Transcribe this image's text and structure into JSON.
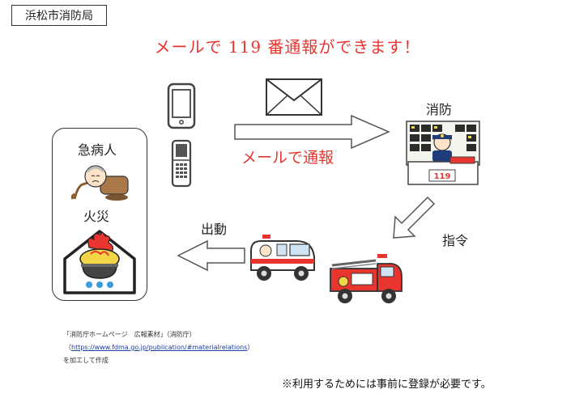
{
  "org_name": "浜松市消防局",
  "headline": "メールで 119 番通報ができます！",
  "mail_label": "メールで通報",
  "fire_dept_label": "消防",
  "dispatch_order_label": "指令",
  "dispatch_label": "出動",
  "patient_label": "急病人",
  "fire_label": "火災",
  "console_number": "119",
  "credit": {
    "line1": "「消防庁ホームページ　広報素材」（消防庁）",
    "link_open": "（",
    "link": "https://www.fdma.go.jp/publication/#materialrelations",
    "link_close": "）",
    "line3": "を加工して作成"
  },
  "note": "※利用するためには事前に登録が必要です。",
  "colors": {
    "accent_red": "#e8352f",
    "link_blue": "#1a3c9c"
  },
  "icons": [
    "smartphone-icon",
    "flip-phone-icon",
    "envelope-icon",
    "arrow-right-icon",
    "arrow-down-left-icon",
    "arrow-left-icon",
    "fire-station-operator-icon",
    "ambulance-icon",
    "fire-engine-icon",
    "elderly-patient-icon",
    "house-fire-icon"
  ]
}
